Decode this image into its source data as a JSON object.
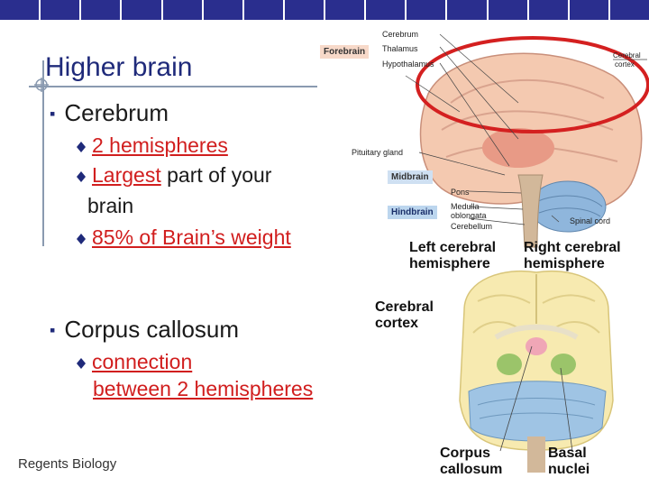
{
  "slide": {
    "title": "Higher brain",
    "bullets": [
      {
        "text": "Cerebrum",
        "sub": [
          {
            "text": "2 hemispheres"
          },
          {
            "prefix": "Largest",
            "rest": " part of your",
            "line2": "brain"
          },
          {
            "text": "85% of Brain’s weight"
          }
        ]
      },
      {
        "text": "Corpus callosum",
        "sub": [
          {
            "line1": "connection",
            "line2": "between 2 hemispheres"
          }
        ]
      }
    ],
    "footer": "Regents Biology"
  },
  "figure": {
    "forebrain_tag": "Forebrain",
    "midbrain_tag": "Midbrain",
    "hindbrain_tag": "Hindbrain",
    "labels": {
      "cerebrum": "Cerebrum",
      "thalamus": "Thalamus",
      "hypothalamus": "Hypothalamus",
      "cerebral_cortex_small_1": "Cerebral",
      "cerebral_cortex_small_2": "cortex",
      "pituitary": "Pituitary gland",
      "pons": "Pons",
      "medulla_1": "Medulla",
      "medulla_2": "oblongata",
      "cerebellum": "Cerebellum",
      "spinal_cord": "Spinal cord",
      "left_hemi_1": "Left cerebral",
      "left_hemi_2": "hemisphere",
      "right_hemi_1": "Right cerebral",
      "right_hemi_2": "hemisphere",
      "cortex_big_1": "Cerebral",
      "cortex_big_2": "cortex",
      "corpus_1": "Corpus",
      "corpus_2": "callosum",
      "basal_1": "Basal",
      "basal_2": "nuclei"
    }
  },
  "colors": {
    "title": "#1f2a7a",
    "accent_red": "#d11e1e",
    "topbar": "#2a2e8e",
    "highlight_ring": "#d42020"
  }
}
